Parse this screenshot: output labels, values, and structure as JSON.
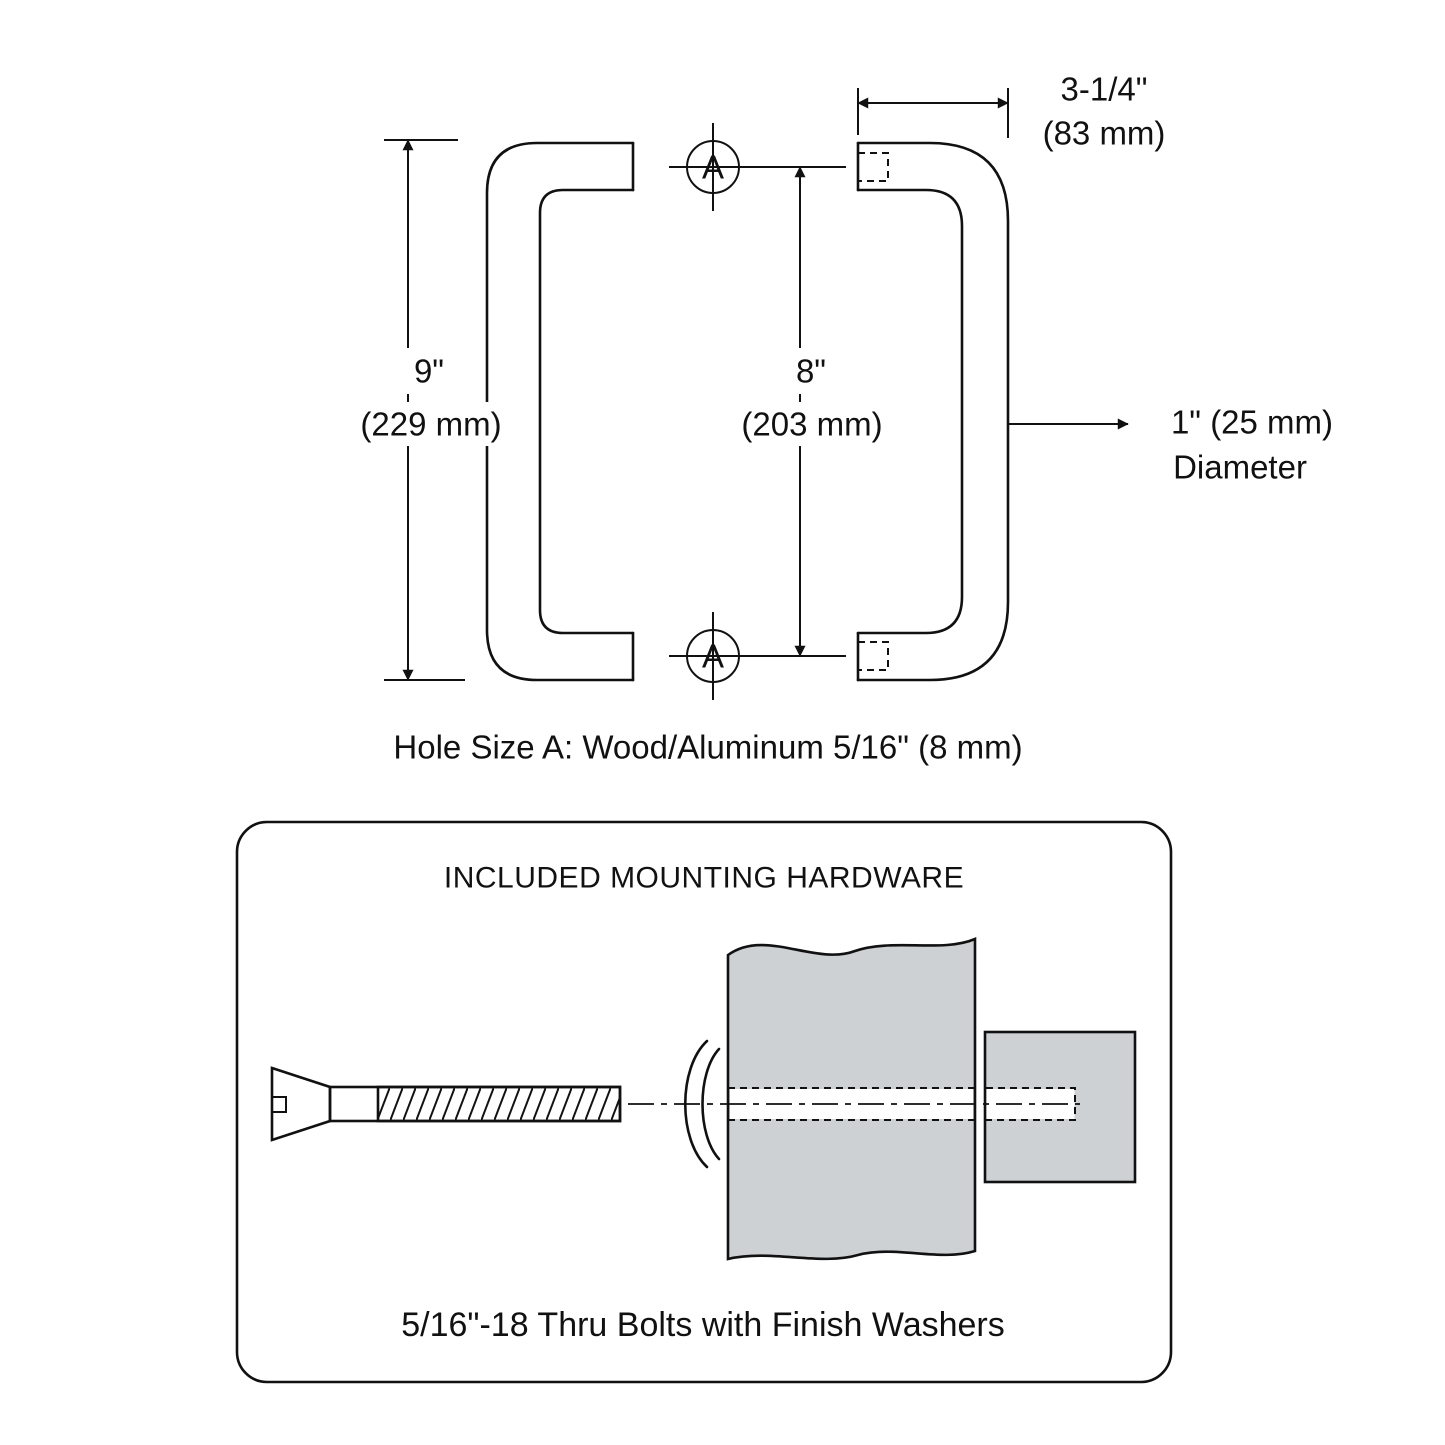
{
  "front_view": {
    "height_in": "9\"",
    "height_mm": "(229 mm)"
  },
  "spacing": {
    "value_in": "8\"",
    "value_mm": "(203 mm)"
  },
  "projection": {
    "value_in": "3-1/4\"",
    "value_mm": "(83 mm)"
  },
  "diameter": {
    "line1": "1\" (25 mm)",
    "line2": "Diameter"
  },
  "hole_marker_label": "A",
  "hole_note": "Hole Size A: Wood/Aluminum 5/16\" (8 mm)",
  "hardware": {
    "title": "INCLUDED MOUNTING HARDWARE",
    "caption": "5/16\"-18 Thru Bolts with Finish Washers"
  },
  "colors": {
    "line": "#111111",
    "material_fill": "#cdd1d4",
    "background": "#ffffff"
  }
}
